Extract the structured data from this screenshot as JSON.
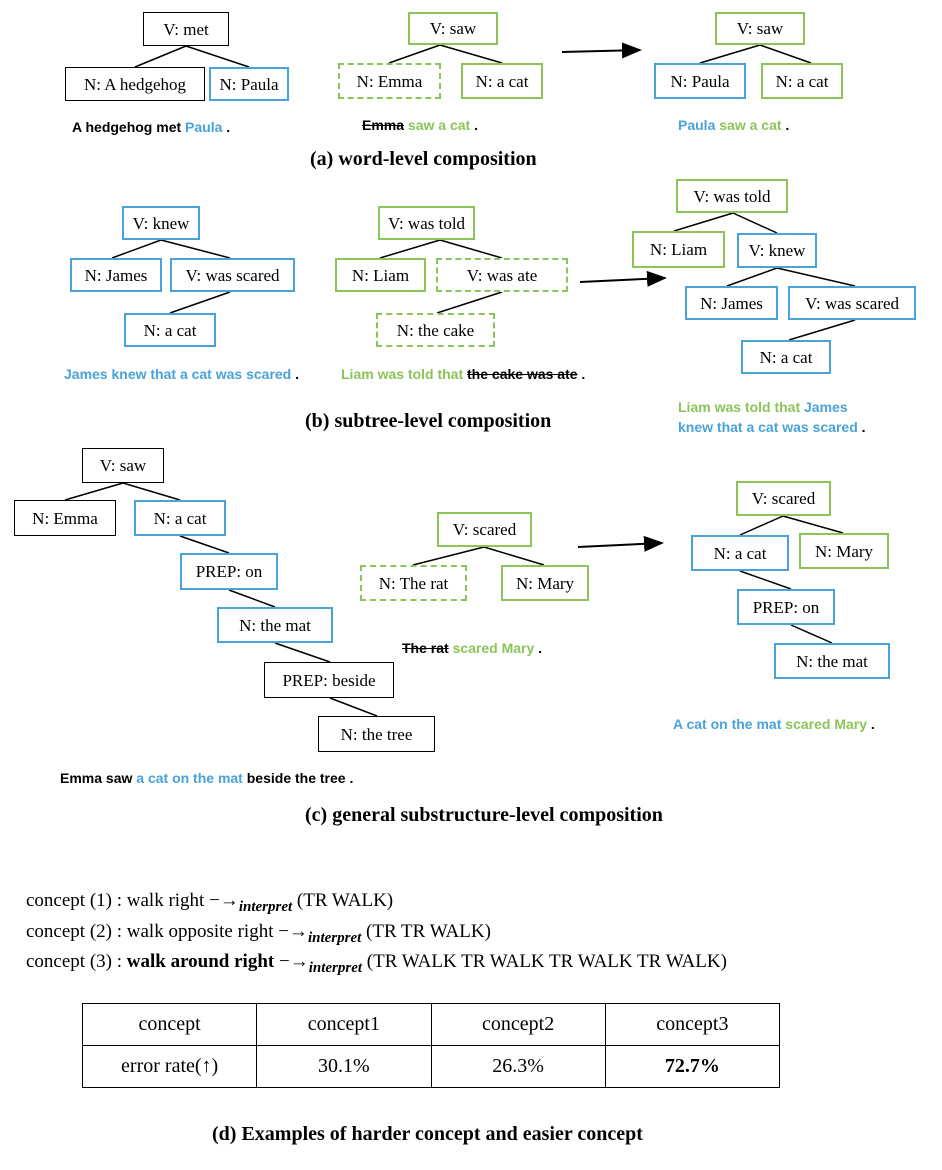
{
  "panel_a": {
    "tree1": {
      "root": "V: met",
      "left": "N: A hedgehog",
      "right": "N: Paula"
    },
    "sent1": {
      "part1": "A hedgehog met ",
      "part2": "Paula",
      "part3": " ."
    },
    "tree2": {
      "root": "V: saw",
      "left": "N: Emma",
      "right": "N: a cat"
    },
    "sent2": {
      "struck": "Emma",
      "rest": " saw a cat",
      "end": " ."
    },
    "tree3": {
      "root": "V: saw",
      "left": "N: Paula",
      "right": "N: a cat"
    },
    "sent3": {
      "blue": "Paula",
      "green": " saw a cat",
      "end": " ."
    },
    "caption": "(a) word-level composition"
  },
  "panel_b": {
    "tree1": {
      "root": "V: knew",
      "left": "N: James",
      "right": "V: was scared",
      "child": "N: a cat"
    },
    "sent1": {
      "blue": "James knew that a cat was scared",
      "end": " ."
    },
    "tree2": {
      "root": "V: was told",
      "left": "N: Liam",
      "right": "V: was ate",
      "child": "N: the cake"
    },
    "sent2": {
      "green": "Liam was told that ",
      "struck": "the cake was ate",
      "end": " ."
    },
    "tree3": {
      "root": "V: was told",
      "left": "N: Liam",
      "right": "V: knew",
      "rl": "N: James",
      "rr": "V: was scared",
      "child": "N: a cat"
    },
    "sent3": {
      "green": "Liam was told that ",
      "blue1": "James",
      "blue2": "knew that a cat was scared",
      "end": " ."
    },
    "caption": "(b) subtree-level composition"
  },
  "panel_c": {
    "tree1": {
      "root": "V: saw",
      "left": "N: Emma",
      "right": "N: a cat",
      "p1": "PREP: on",
      "n1": "N: the mat",
      "p2": "PREP: beside",
      "n2": "N: the tree"
    },
    "sent1": {
      "part1": "Emma saw ",
      "blue": "a cat on the mat",
      "part2": " beside the tree ."
    },
    "tree2": {
      "root": "V: scared",
      "left": "N: The rat",
      "right": "N: Mary"
    },
    "sent2": {
      "struck": "The rat",
      "green": " scared Mary",
      "end": " ."
    },
    "tree3": {
      "root": "V: scared",
      "left": "N: a cat",
      "right": "N: Mary",
      "p1": "PREP: on",
      "n1": "N: the mat"
    },
    "sent3": {
      "blue": "A cat on the mat",
      "green": " scared Mary",
      "end": " ."
    },
    "caption": "(c) general substructure-level composition"
  },
  "panel_d": {
    "concepts": [
      {
        "prefix": "concept (1) : ",
        "phrase": "walk right",
        "bold": false,
        "arrow": " −→",
        "sub": "interpret",
        "result": " (TR WALK)"
      },
      {
        "prefix": "concept (2) : ",
        "phrase": "walk opposite right",
        "bold": false,
        "arrow": " −→",
        "sub": "interpret",
        "result": " (TR TR WALK)"
      },
      {
        "prefix": "concept (3) : ",
        "phrase": "walk around right",
        "bold": true,
        "arrow": " −→",
        "sub": "interpret",
        "result": " (TR WALK TR WALK TR WALK TR WALK)"
      }
    ],
    "table": {
      "headers": [
        "concept",
        "concept1",
        "concept2",
        "concept3"
      ],
      "row_label": "error rate(↑)",
      "values": [
        "30.1%",
        "26.3%",
        "72.7%"
      ]
    },
    "caption": "(d) Examples of harder concept and easier concept"
  },
  "colors": {
    "blue": "#4aa3d8",
    "green": "#8cc45a",
    "black": "#000000"
  }
}
